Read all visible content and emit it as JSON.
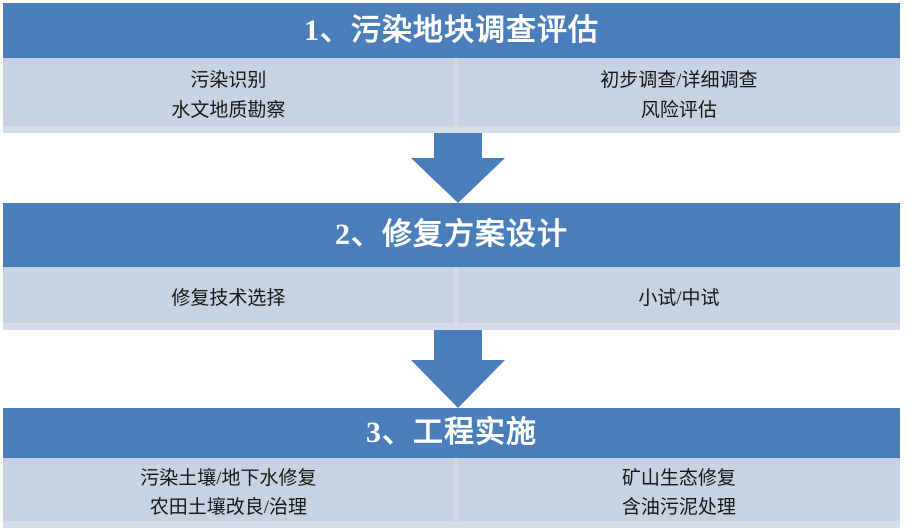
{
  "theme": {
    "header_color": "#4a7ebb",
    "body_color": "#c7d2e3",
    "divider_color": "#d3dbe9",
    "arrow_color": "#4a7ebb",
    "header_text_color": "#ffffff",
    "body_text_color": "#161616",
    "page_background": "#ffffff"
  },
  "diagram": {
    "orientation": "vertical",
    "stage_count": 3,
    "connector_count": 2,
    "connector_icon": "down-arrow-icon"
  },
  "stages": [
    {
      "id": "stage-1",
      "number": "1",
      "title": "1、污染地块调查评估",
      "left_column": [
        "污染识别",
        "水文地质勘察"
      ],
      "right_column": [
        "初步调查/详细调查",
        "风险评估"
      ]
    },
    {
      "id": "stage-2",
      "number": "2",
      "title": "2、修复方案设计",
      "left_column": [
        "修复技术选择"
      ],
      "right_column": [
        "小试/中试"
      ]
    },
    {
      "id": "stage-3",
      "number": "3",
      "title": "3、工程实施",
      "left_column": [
        "污染土壤/地下水修复",
        "农田土壤改良/治理"
      ],
      "right_column": [
        "矿山生态修复",
        "含油污泥处理"
      ]
    }
  ]
}
